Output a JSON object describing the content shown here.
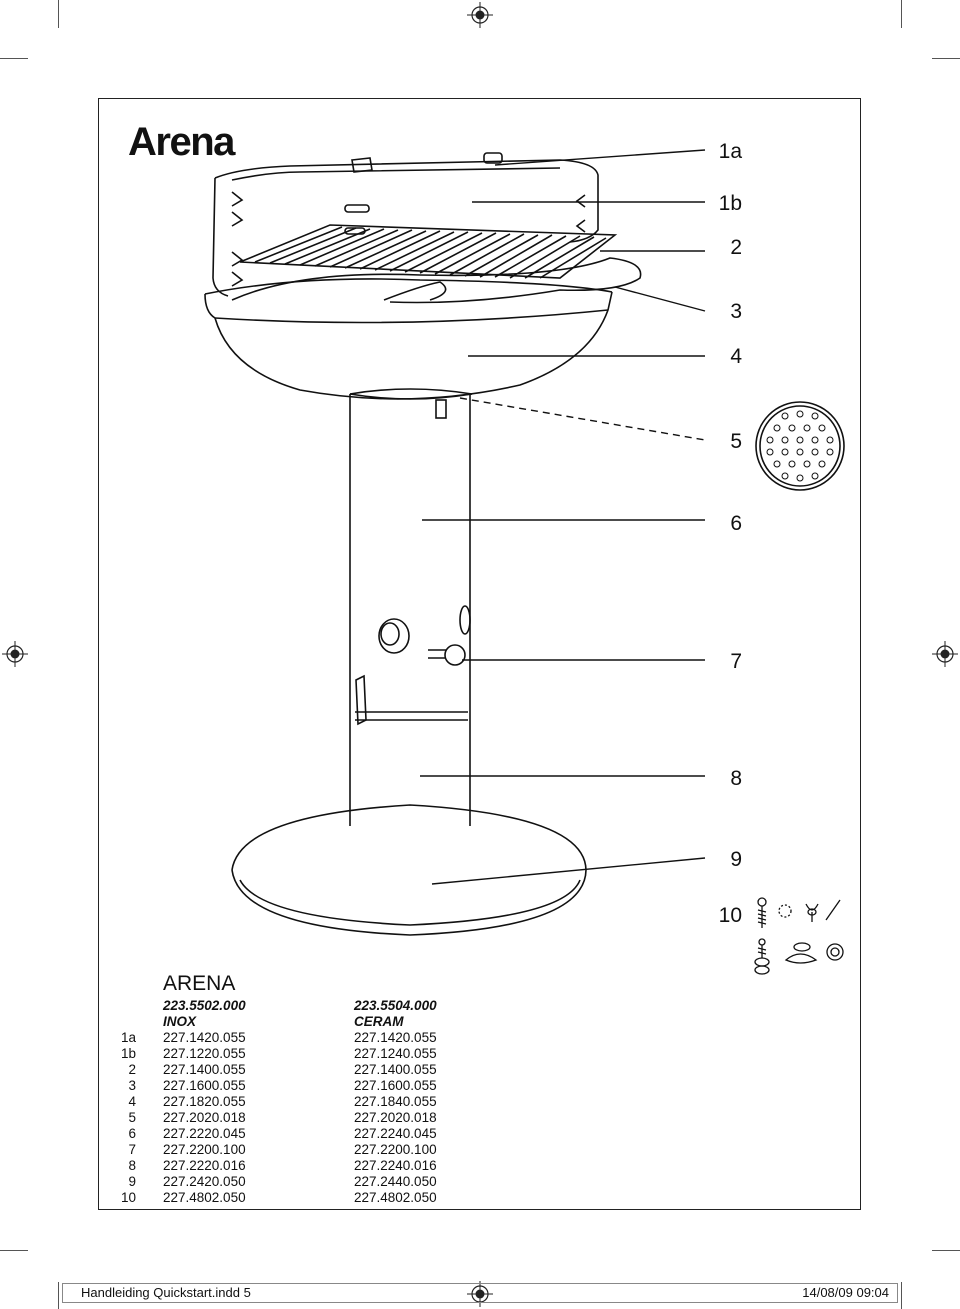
{
  "title": "Arena",
  "callouts": [
    "1a",
    "1b",
    "2",
    "3",
    "4",
    "5",
    "6",
    "7",
    "8",
    "9",
    "10"
  ],
  "parts_list": {
    "heading": "ARENA",
    "col1_code": "223.5502.000",
    "col1_finish": "INOX",
    "col2_code": "223.5504.000",
    "col2_finish": "CERAM",
    "rows": [
      {
        "num": "1a",
        "inox": "227.1420.055",
        "ceram": "227.1420.055"
      },
      {
        "num": "1b",
        "inox": "227.1220.055",
        "ceram": "227.1240.055"
      },
      {
        "num": "2",
        "inox": "227.1400.055",
        "ceram": "227.1400.055"
      },
      {
        "num": "3",
        "inox": "227.1600.055",
        "ceram": "227.1600.055"
      },
      {
        "num": "4",
        "inox": "227.1820.055",
        "ceram": "227.1840.055"
      },
      {
        "num": "5",
        "inox": "227.2020.018",
        "ceram": "227.2020.018"
      },
      {
        "num": "6",
        "inox": "227.2220.045",
        "ceram": "227.2240.045"
      },
      {
        "num": "7",
        "inox": "227.2200.100",
        "ceram": "227.2200.100"
      },
      {
        "num": "8",
        "inox": "227.2220.016",
        "ceram": "227.2240.016"
      },
      {
        "num": "9",
        "inox": "227.2420.050",
        "ceram": "227.2440.050"
      },
      {
        "num": "10",
        "inox": "227.4802.050",
        "ceram": "227.4802.050"
      }
    ]
  },
  "footer": {
    "file": "Handleiding Quickstart.indd   5",
    "date": "14/08/09   09:04"
  }
}
